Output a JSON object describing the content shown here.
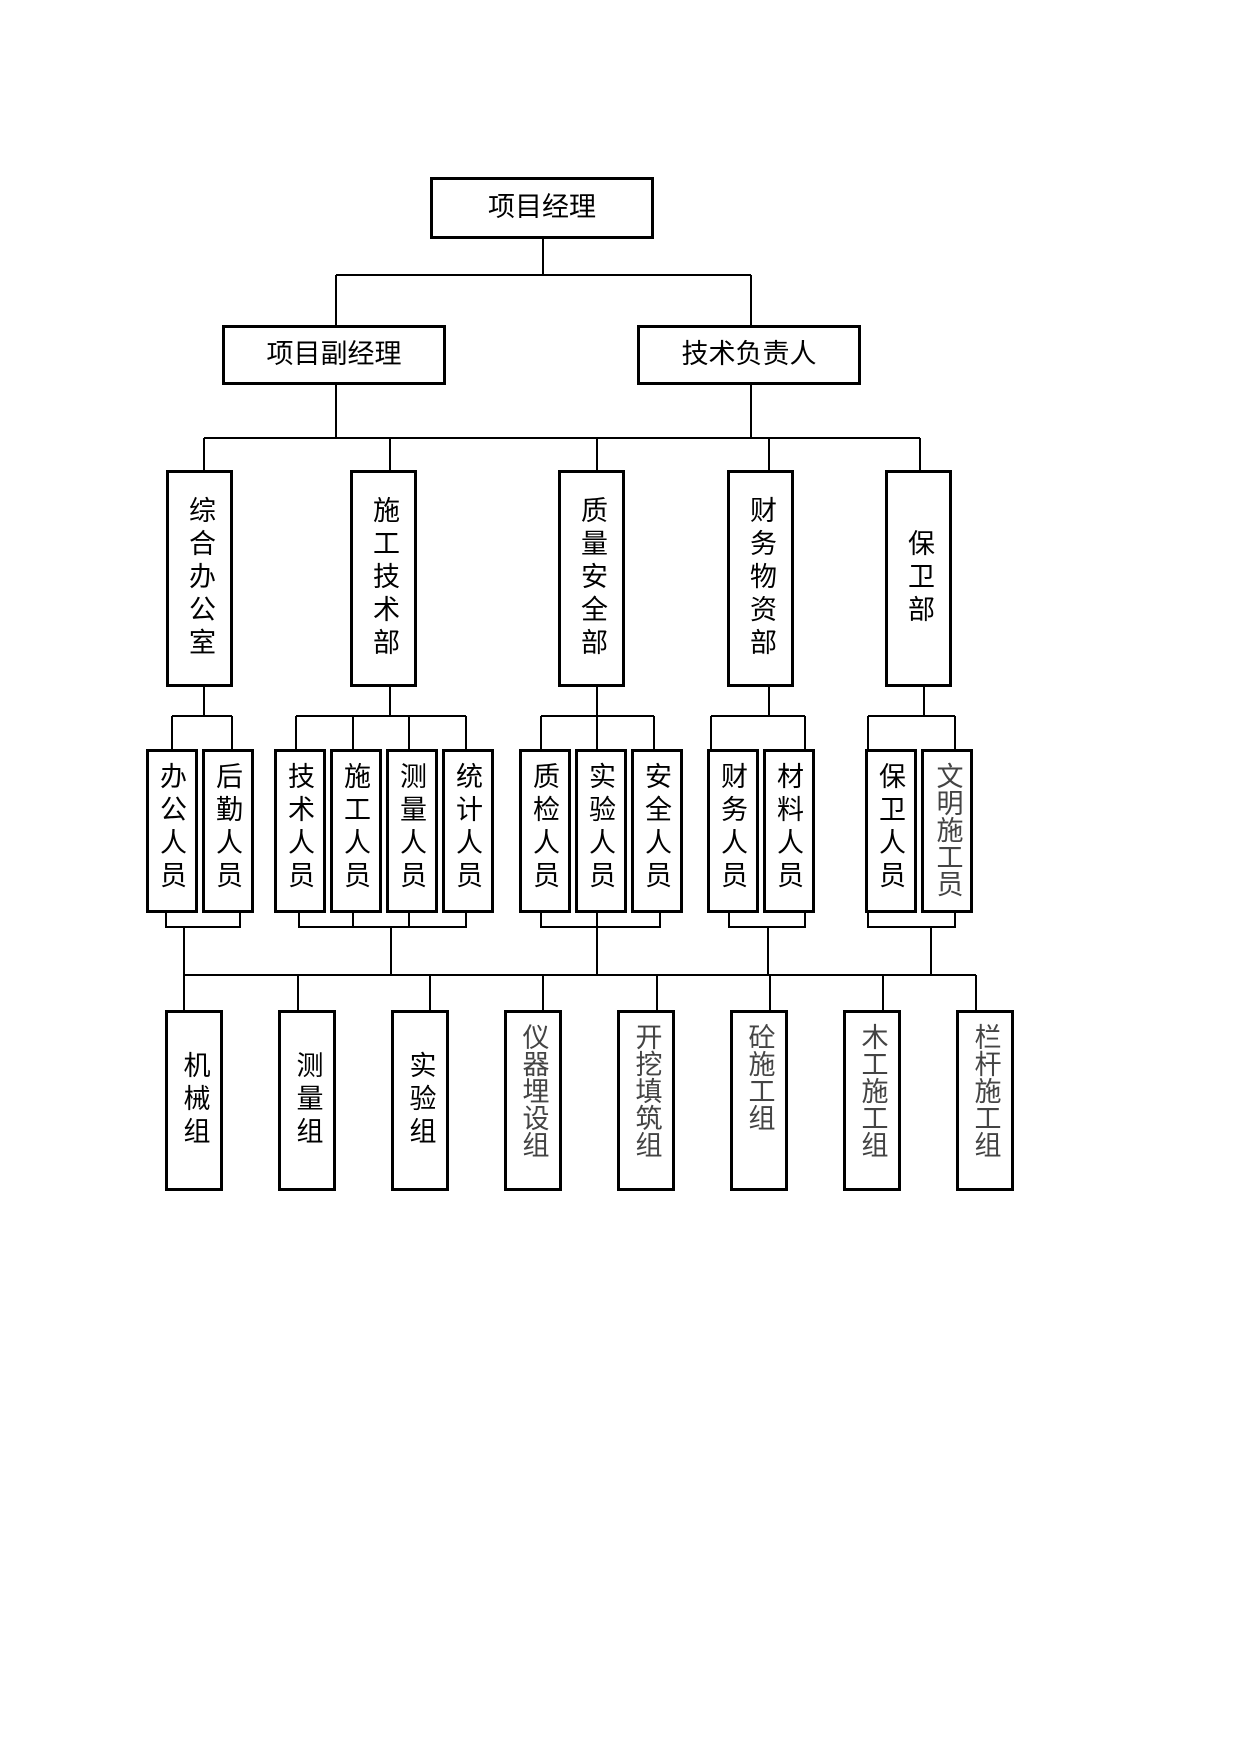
{
  "top": {
    "title": "项目经理"
  },
  "level2": [
    "项目副经理",
    "技术负责人"
  ],
  "departments": [
    "综合办公室",
    "施工技术部",
    "质量安全部",
    "财务物资部",
    "保卫部"
  ],
  "staff": [
    "办公人员",
    "后勤人员",
    "技术人员",
    "施工人员",
    "测量人员",
    "统计人员",
    "质检人员",
    "实验人员",
    "安全人员",
    "财务人员",
    "材料人员",
    "保卫人员",
    "文明施工员"
  ],
  "teams": [
    "机械组",
    "测量组",
    "实验组",
    "仪器埋设组",
    "开挖填筑组",
    "砼施工组",
    "木工施工组",
    "栏杆施工组"
  ]
}
